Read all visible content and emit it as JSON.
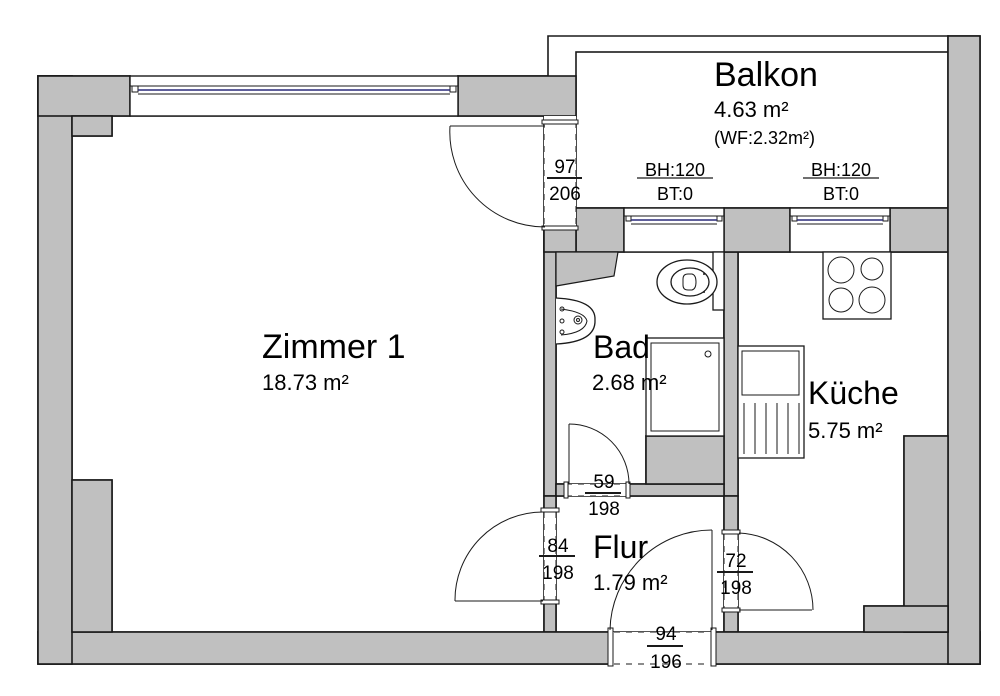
{
  "plan": {
    "rooms": [
      {
        "id": "zimmer1",
        "name": "Zimmer 1",
        "area": "18.73 m²"
      },
      {
        "id": "balkon",
        "name": "Balkon",
        "area": "4.63 m²",
        "note": "(WF:2.32m²)"
      },
      {
        "id": "bad",
        "name": "Bad",
        "area": "2.68 m²"
      },
      {
        "id": "kueche",
        "name": "Küche",
        "area": "5.75 m²"
      },
      {
        "id": "flur",
        "name": "Flur",
        "area": "1.79 m²"
      }
    ],
    "doors": [
      {
        "id": "balkon-door",
        "width": "97",
        "height": "206"
      },
      {
        "id": "bad-door",
        "width": "59",
        "height": "198"
      },
      {
        "id": "zimmer-door",
        "width": "84",
        "height": "198"
      },
      {
        "id": "kueche-door",
        "width": "72",
        "height": "198"
      },
      {
        "id": "entrance-door",
        "width": "94",
        "height": "196"
      }
    ],
    "windows": [
      {
        "id": "bad-window",
        "bh": "BH:120",
        "bt": "BT:0"
      },
      {
        "id": "kueche-window",
        "bh": "BH:120",
        "bt": "BT:0"
      }
    ]
  },
  "colors": {
    "wall": "#c0c0c0",
    "line": "#1a1a1a",
    "glass": "#2a2a7a",
    "background": "#ffffff"
  }
}
